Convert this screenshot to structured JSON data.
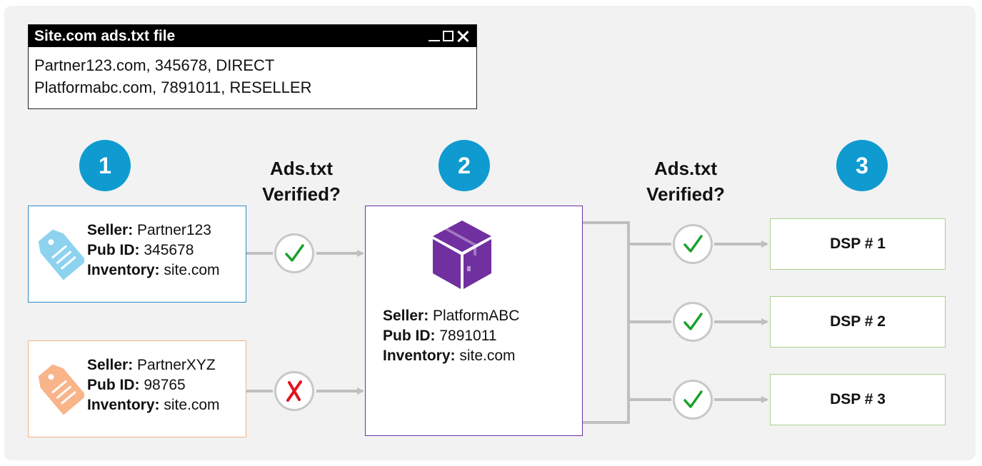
{
  "window": {
    "title": "Site.com ads.txt file",
    "lines": [
      "Partner123.com, 345678, DIRECT",
      "Platformabc.com, 7891011, RESELLER"
    ]
  },
  "steps": [
    "1",
    "2",
    "3"
  ],
  "verified_label_1": "Ads.txt",
  "verified_label_2": "Verified?",
  "sellers": [
    {
      "seller_label": "Seller:",
      "seller_value": "Partner123",
      "pubid_label": "Pub ID:",
      "pubid_value": "345678",
      "inventory_label": "Inventory:",
      "inventory_value": "site.com",
      "verified": true
    },
    {
      "seller_label": "Seller:",
      "seller_value": "PartnerXYZ",
      "pubid_label": "Pub ID:",
      "pubid_value": "98765",
      "inventory_label": "Inventory:",
      "inventory_value": "site.com",
      "verified": false
    }
  ],
  "platform": {
    "seller_label": "Seller:",
    "seller_value": "PlatformABC",
    "pubid_label": "Pub ID:",
    "pubid_value": "7891011",
    "inventory_label": "Inventory:",
    "inventory_value": "site.com"
  },
  "dsps": [
    "DSP # 1",
    "DSP # 2",
    "DSP # 3"
  ],
  "colors": {
    "step_circle": "#0f9bd0",
    "seller1_border": "#2e8cc8",
    "seller1_tag": "#8dd3f0",
    "seller2_border": "#f4b183",
    "seller2_tag": "#f9b48a",
    "platform_border": "#7030a0",
    "box_icon": "#7030a0",
    "dsp_border": "#a9d18e",
    "check": "#19a12b",
    "cross": "#e0141e",
    "connector": "#bfbfbf"
  }
}
